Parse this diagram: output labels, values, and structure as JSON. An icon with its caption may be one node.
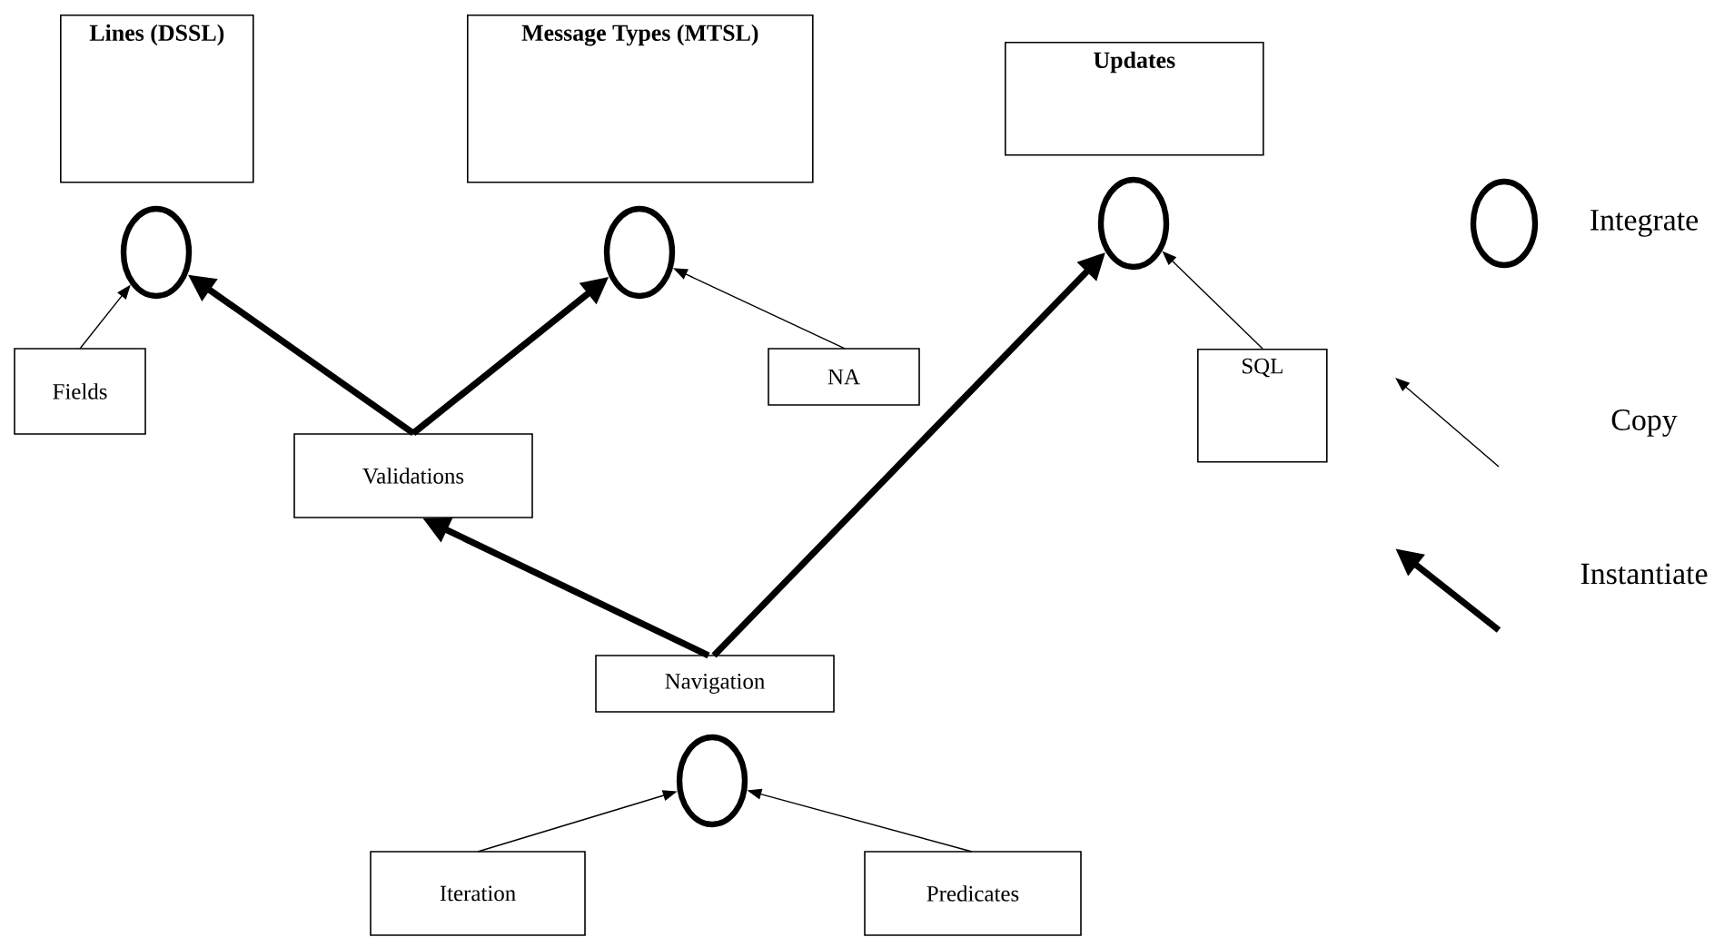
{
  "diagram": {
    "nodes": [
      {
        "text": [
          "Lines (DSSL)"
        ]
      },
      {
        "text": [
          "Message Types (MTSL)"
        ]
      },
      {
        "text": [
          "Updates"
        ]
      },
      {
        "text": [],
        "shape": "circle"
      },
      {
        "text": [],
        "shape": "circle"
      },
      {
        "text": [],
        "shape": "circle"
      },
      {
        "text": [
          "Fields"
        ]
      },
      {
        "text": [
          "NA"
        ]
      },
      {
        "text": [
          "SQL"
        ]
      },
      {
        "text": [
          "Validations"
        ]
      },
      {
        "text": [
          "Navigation"
        ]
      },
      {
        "text": [],
        "shape": "circle"
      },
      {
        "text": [
          "Iteration"
        ]
      },
      {
        "text": [
          "Predicates"
        ]
      }
    ],
    "edges": [
      {
        "from": 6,
        "to": 3,
        "arrow": "to"
      },
      {
        "from": 9,
        "to": 3,
        "arrow": "to",
        "style": "thick"
      },
      {
        "from": 9,
        "to": 4,
        "arrow": "to",
        "style": "thick"
      },
      {
        "from": 7,
        "to": 4,
        "arrow": "to"
      },
      {
        "from": 10,
        "to": 9,
        "arrow": "to",
        "style": "thick"
      },
      {
        "from": 10,
        "to": 5,
        "arrow": "to",
        "style": "thick"
      },
      {
        "from": 8,
        "to": 5,
        "arrow": "to"
      },
      {
        "from": 12,
        "to": 11,
        "arrow": "to"
      },
      {
        "from": 13,
        "to": 11,
        "arrow": "to"
      }
    ],
    "legend": [
      {
        "text": "Integrate"
      },
      {
        "text": "Copy"
      },
      {
        "text": "Instantiate"
      }
    ]
  }
}
